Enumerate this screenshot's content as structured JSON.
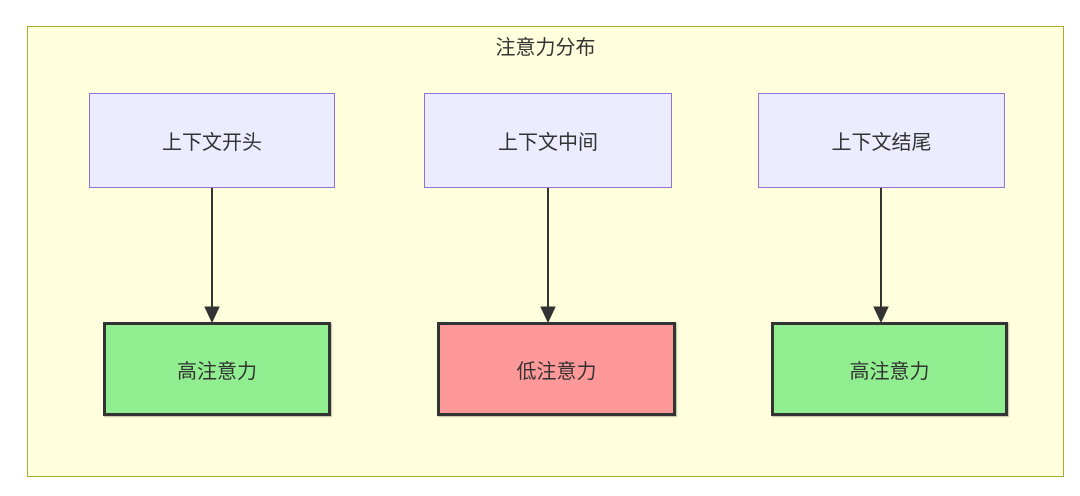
{
  "diagram": {
    "title": "注意力分布",
    "type": "flowchart",
    "colors": {
      "container_bg": "#FFFFDE",
      "container_border": "#AAAA33",
      "source_bg": "#ECECFF",
      "source_border": "#9370DB",
      "high_bg": "#90EE90",
      "low_bg": "#FF9999",
      "result_border": "#333333",
      "arrow": "#333333",
      "text": "#333333"
    },
    "columns": [
      {
        "source": "上下文开头",
        "result": "高注意力",
        "level": "high"
      },
      {
        "source": "上下文中间",
        "result": "低注意力",
        "level": "low"
      },
      {
        "source": "上下文结尾",
        "result": "高注意力",
        "level": "high"
      }
    ]
  }
}
